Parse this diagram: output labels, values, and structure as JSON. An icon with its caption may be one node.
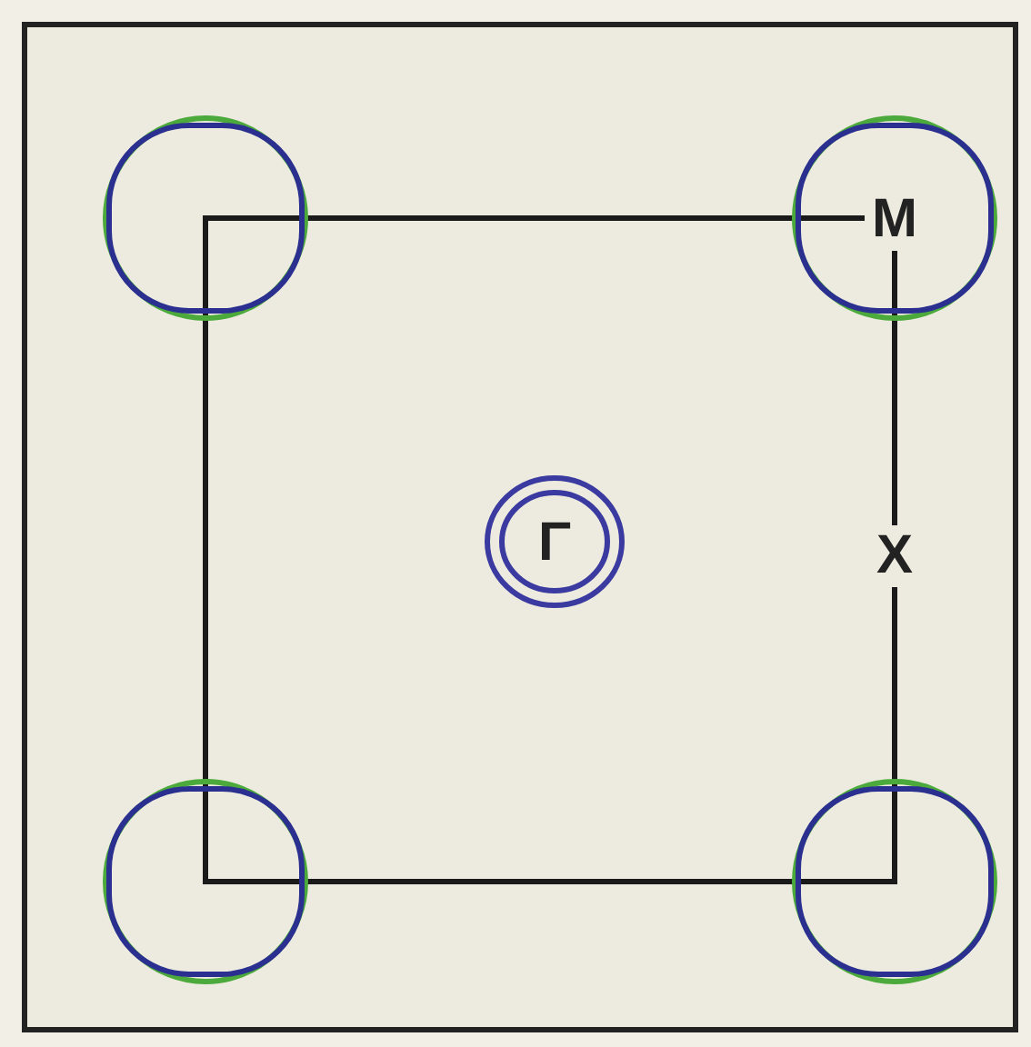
{
  "diagram": {
    "labels": [
      "M",
      "X",
      "Γ"
    ]
  }
}
